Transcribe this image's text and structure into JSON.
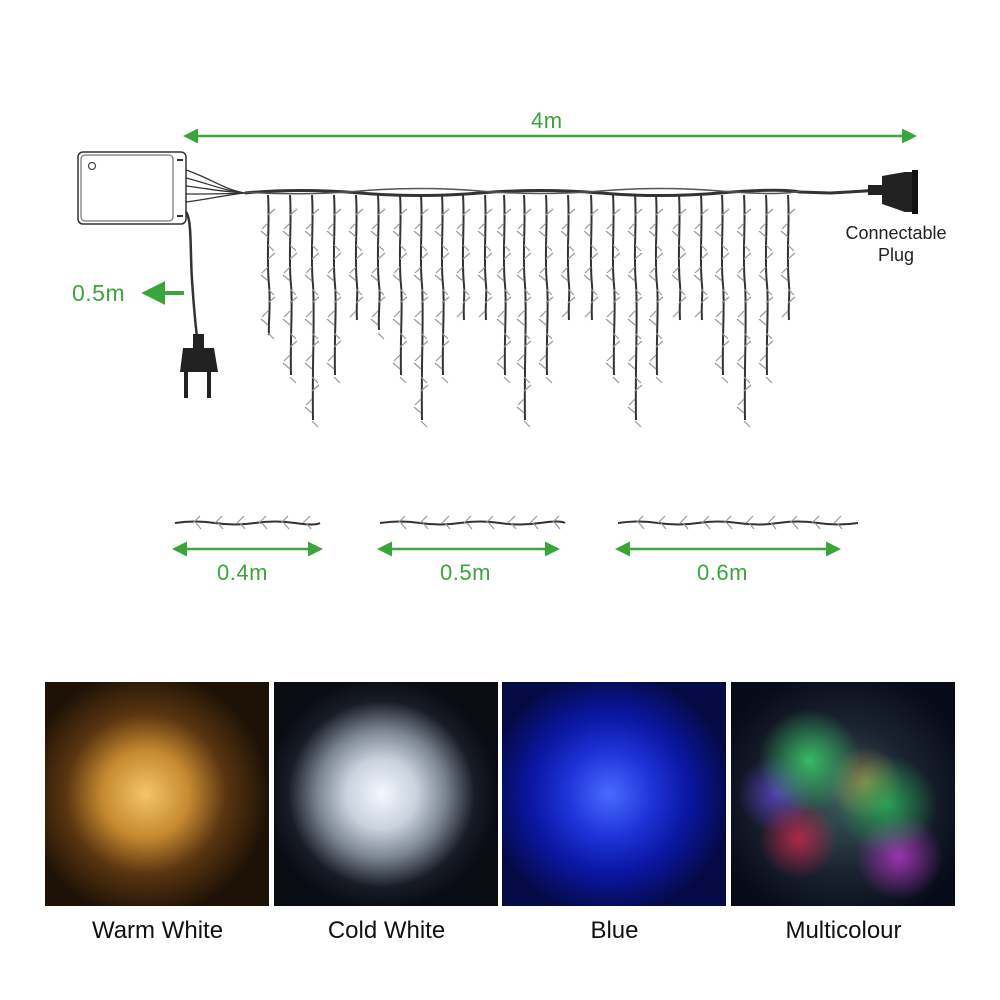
{
  "diagram": {
    "total_length_label": "4m",
    "lead_cable_label": "0.5m",
    "end_plug_label": "Connectable Plug",
    "accent_color": "#3aa53a",
    "drop_lengths": [
      {
        "label": "0.4m"
      },
      {
        "label": "0.5m"
      },
      {
        "label": "0.6m"
      }
    ]
  },
  "color_options": [
    {
      "label": "Warm White",
      "glow": "#ffcc66",
      "bg": "#2a1a08"
    },
    {
      "label": "Cold White",
      "glow": "#eef4ff",
      "bg": "#0a0d18"
    },
    {
      "label": "Blue",
      "glow": "#2f4dff",
      "bg": "#05093a"
    },
    {
      "label": "Multicolour",
      "glow": "#33dd66",
      "bg": "#070a18"
    }
  ]
}
